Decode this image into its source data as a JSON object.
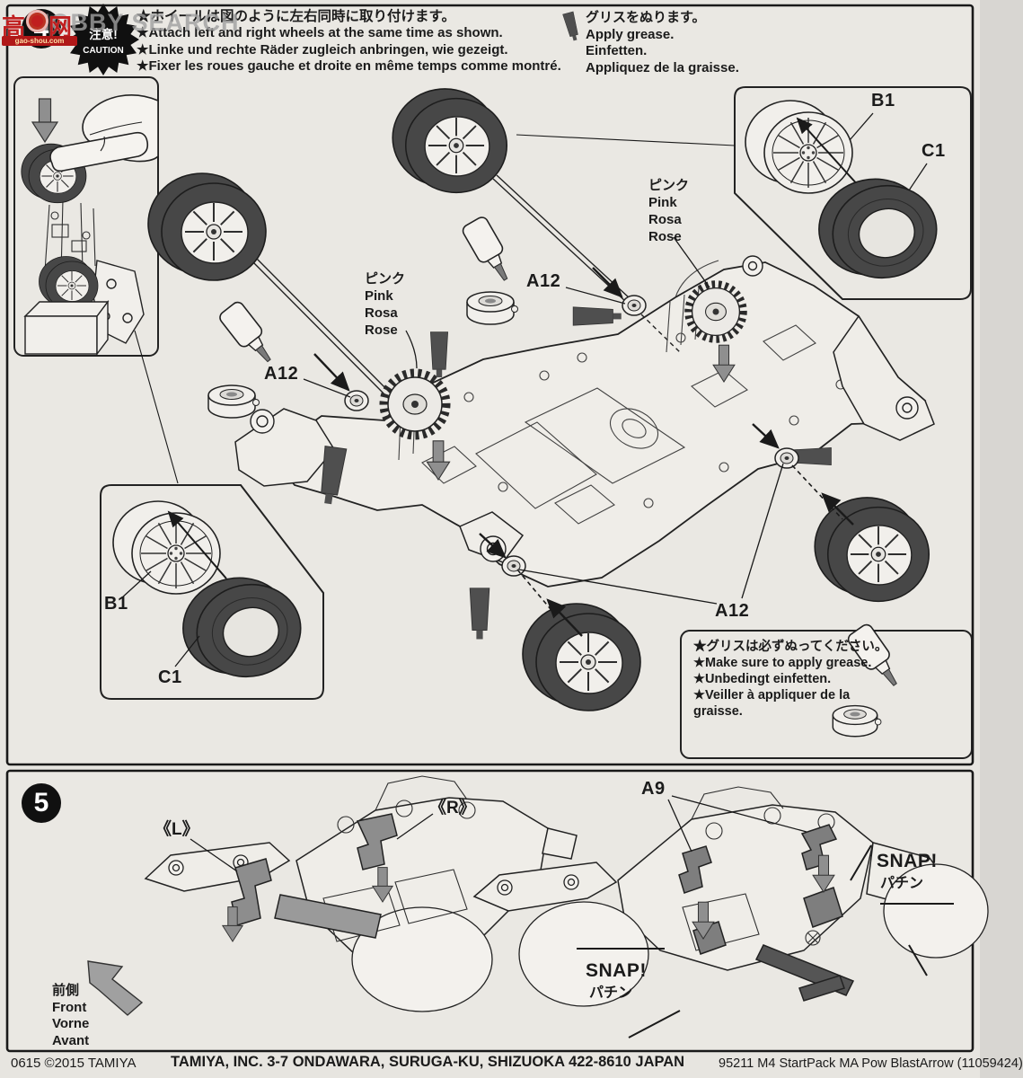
{
  "colors": {
    "paper": "#e7e5e0",
    "ink": "#1b1b1b",
    "dark_part": "#474747",
    "mid_gray": "#8f8f8f",
    "watermark_red": "#c01f1f"
  },
  "watermark": {
    "overlay": "HOBBY SEARCH",
    "logo_left": "高",
    "logo_right": "网",
    "site": "gao-shou.com"
  },
  "step4": {
    "number": "4",
    "badge_top": "注意!",
    "badge_bottom": "CAUTION",
    "caution_lines": [
      "★ホイールは図のように左右同時に取り付けます。",
      "★Attach left and right wheels at the same time as shown.",
      "★Linke und rechte Räder zugleich anbringen, wie gezeigt.",
      "★Fixer les roues gauche et droite en même temps comme montré."
    ],
    "grease_note": [
      "グリスをぬります。",
      "Apply grease.",
      "Einfetten.",
      "Appliquez de la graisse."
    ],
    "grease_reminder": [
      "★グリスは必ずぬってください。",
      "★Make sure to apply grease.",
      "★Unbedingt einfetten.",
      "★Veiller à appliquer de la graisse."
    ],
    "pink_label": [
      "ピンク",
      "Pink",
      "Rosa",
      "Rose"
    ],
    "labels": {
      "wheel": "B1",
      "tire": "C1",
      "bearing": "A12"
    }
  },
  "step5": {
    "number": "5",
    "left_part": "《L》",
    "right_part": "《R》",
    "clip": "A9",
    "snap": "SNAP!",
    "snap_ja": "パチン",
    "front": [
      "前側",
      "Front",
      "Vorne",
      "Avant"
    ]
  },
  "footer": {
    "left": "0615 ©2015 TAMIYA",
    "center": "TAMIYA, INC.  3-7 ONDAWARA, SURUGA-KU, SHIZUOKA 422-8610 JAPAN",
    "right": "95211  M4 StartPack MA Pow BlastArrow (11059424)"
  }
}
